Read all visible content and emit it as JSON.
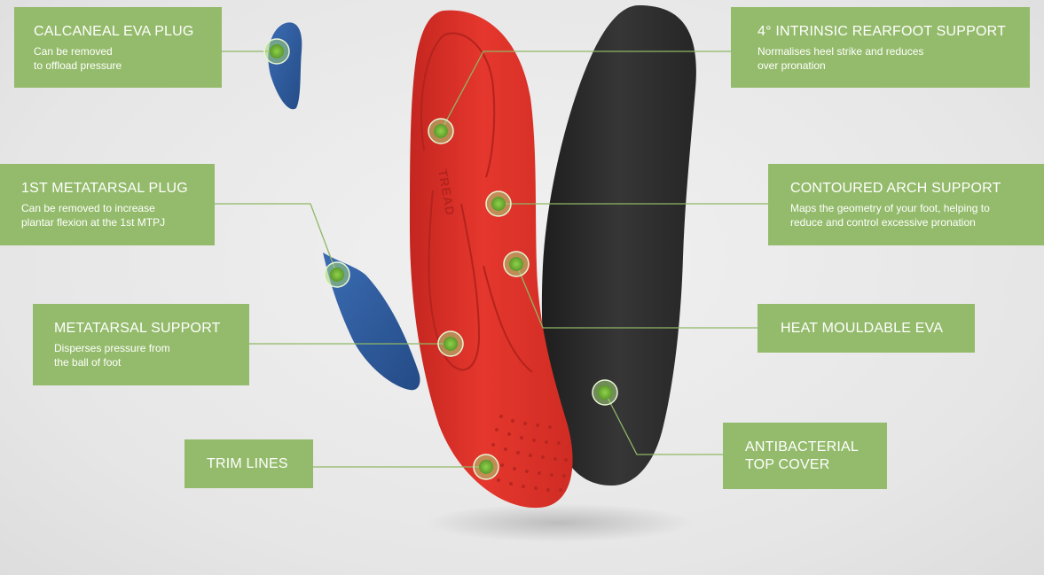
{
  "brand_text": "TREAD",
  "colors": {
    "label_bg": "#94bb6b",
    "leader_line": "#8fb765",
    "dot_fill": "#7cba3f",
    "shell_red": "#e0332a",
    "topcover_black": "#2e2e2e",
    "plug_blue": "#2f5c9e",
    "background": "#e8e8e8"
  },
  "labels": {
    "calcaneal": {
      "title": "CALCANEAL EVA PLUG",
      "desc": "Can be removed\nto offload pressure"
    },
    "rearfoot": {
      "title": "4° INTRINSIC REARFOOT SUPPORT",
      "desc": "Normalises heel strike and reduces\nover pronation"
    },
    "metatarsal_plug": {
      "title": "1ST METATARSAL PLUG",
      "desc": "Can be removed to increase\nplantar flexion at the 1st MTPJ"
    },
    "arch": {
      "title": "CONTOURED ARCH SUPPORT",
      "desc": "Maps the geometry of your foot, helping to\nreduce and control excessive pronation"
    },
    "heat": {
      "title": "HEAT MOULDABLE EVA",
      "desc": ""
    },
    "metatarsal_support": {
      "title": "METATARSAL SUPPORT",
      "desc": "Disperses pressure from\nthe ball of foot"
    },
    "antibacterial": {
      "title": "ANTIBACTERIAL\nTOP COVER",
      "desc": ""
    },
    "trim": {
      "title": "TRIM LINES",
      "desc": ""
    }
  }
}
